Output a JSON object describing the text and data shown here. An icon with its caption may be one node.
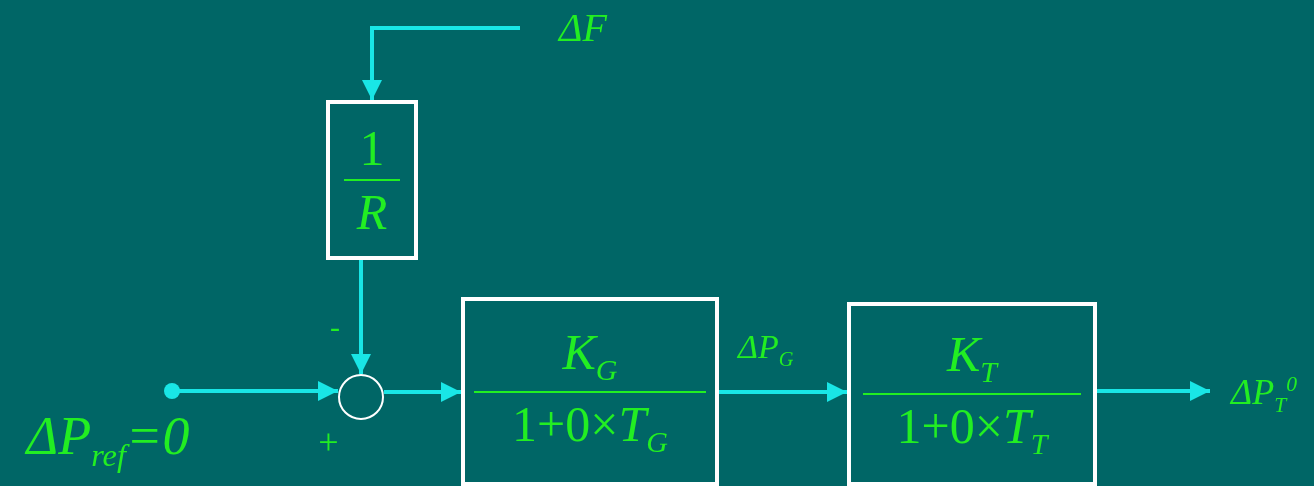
{
  "diagram": {
    "nodes": [
      {
        "text": [
          "ΔF"
        ]
      },
      {
        "text": [
          "1",
          "*R*"
        ]
      },
      {
        "text": [
          "ΔP$_{ref}$=0"
        ]
      },
      {
        "text": [],
        "shape": "circle"
      },
      {
        "text": [
          "*K*$_{G}$",
          "1+0×*T*$_{G}$"
        ]
      },
      {
        "text": [
          "*K*$_{T}$",
          "1+0×*T*$_{T}$"
        ]
      },
      {
        "text": [
          "ΔP$_{T}$$^{0}$"
        ]
      }
    ],
    "edges": [
      {
        "from": 0,
        "to": 1,
        "arrow": "to"
      },
      {
        "from": 1,
        "to": 3,
        "arrow": "to",
        "label": "-"
      },
      {
        "from": 2,
        "to": 3,
        "arrow": "to",
        "label": "+"
      },
      {
        "from": 3,
        "to": 4,
        "arrow": "to"
      },
      {
        "from": 4,
        "to": 5,
        "arrow": "to",
        "label": "ΔP$_{G}$"
      },
      {
        "from": 5,
        "to": 6,
        "arrow": "to"
      }
    ]
  }
}
